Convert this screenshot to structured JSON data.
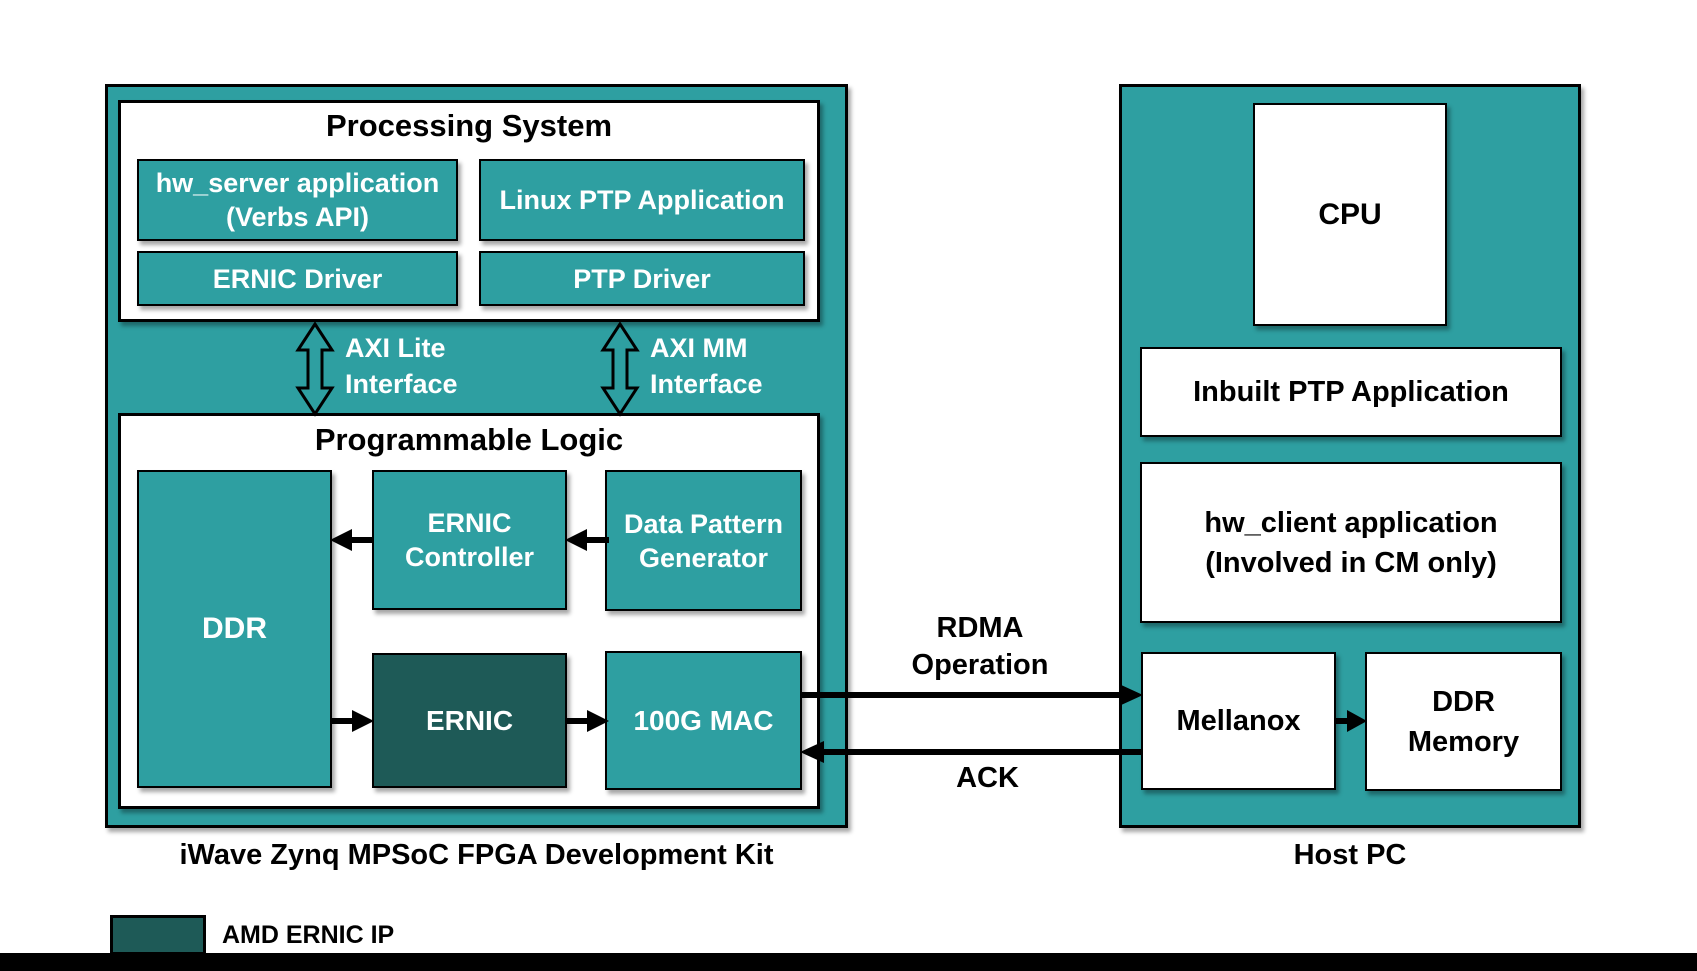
{
  "palette": {
    "teal": "#2E9FA1",
    "dark_teal": "#1E5A57",
    "border_black": "#000000",
    "box_white": "#ffffff"
  },
  "devkit": {
    "caption": "iWave Zynq MPSoC FPGA Development Kit",
    "processing_system": {
      "title": "Processing System",
      "hw_server": "hw_server application\n(Verbs API)",
      "linux_ptp": "Linux PTP Application",
      "ernic_driver": "ERNIC Driver",
      "ptp_driver": "PTP Driver"
    },
    "interfaces": {
      "axi_lite": "AXI Lite\nInterface",
      "axi_mm": "AXI MM\nInterface"
    },
    "programmable_logic": {
      "title": "Programmable Logic",
      "ddr": "DDR",
      "ernic_controller": "ERNIC\nController",
      "data_pattern_generator": "Data Pattern\nGenerator",
      "ernic": "ERNIC",
      "mac_100g": "100G MAC"
    }
  },
  "links": {
    "rdma": "RDMA\nOperation",
    "ack": "ACK"
  },
  "host_pc": {
    "caption": "Host PC",
    "cpu": "CPU",
    "inbuilt_ptp": "Inbuilt PTP Application",
    "hw_client": "hw_client application\n(Involved in CM only)",
    "mellanox": "Mellanox",
    "ddr_memory": "DDR\nMemory"
  },
  "legend": {
    "amd_ernic_ip": "AMD ERNIC IP"
  }
}
